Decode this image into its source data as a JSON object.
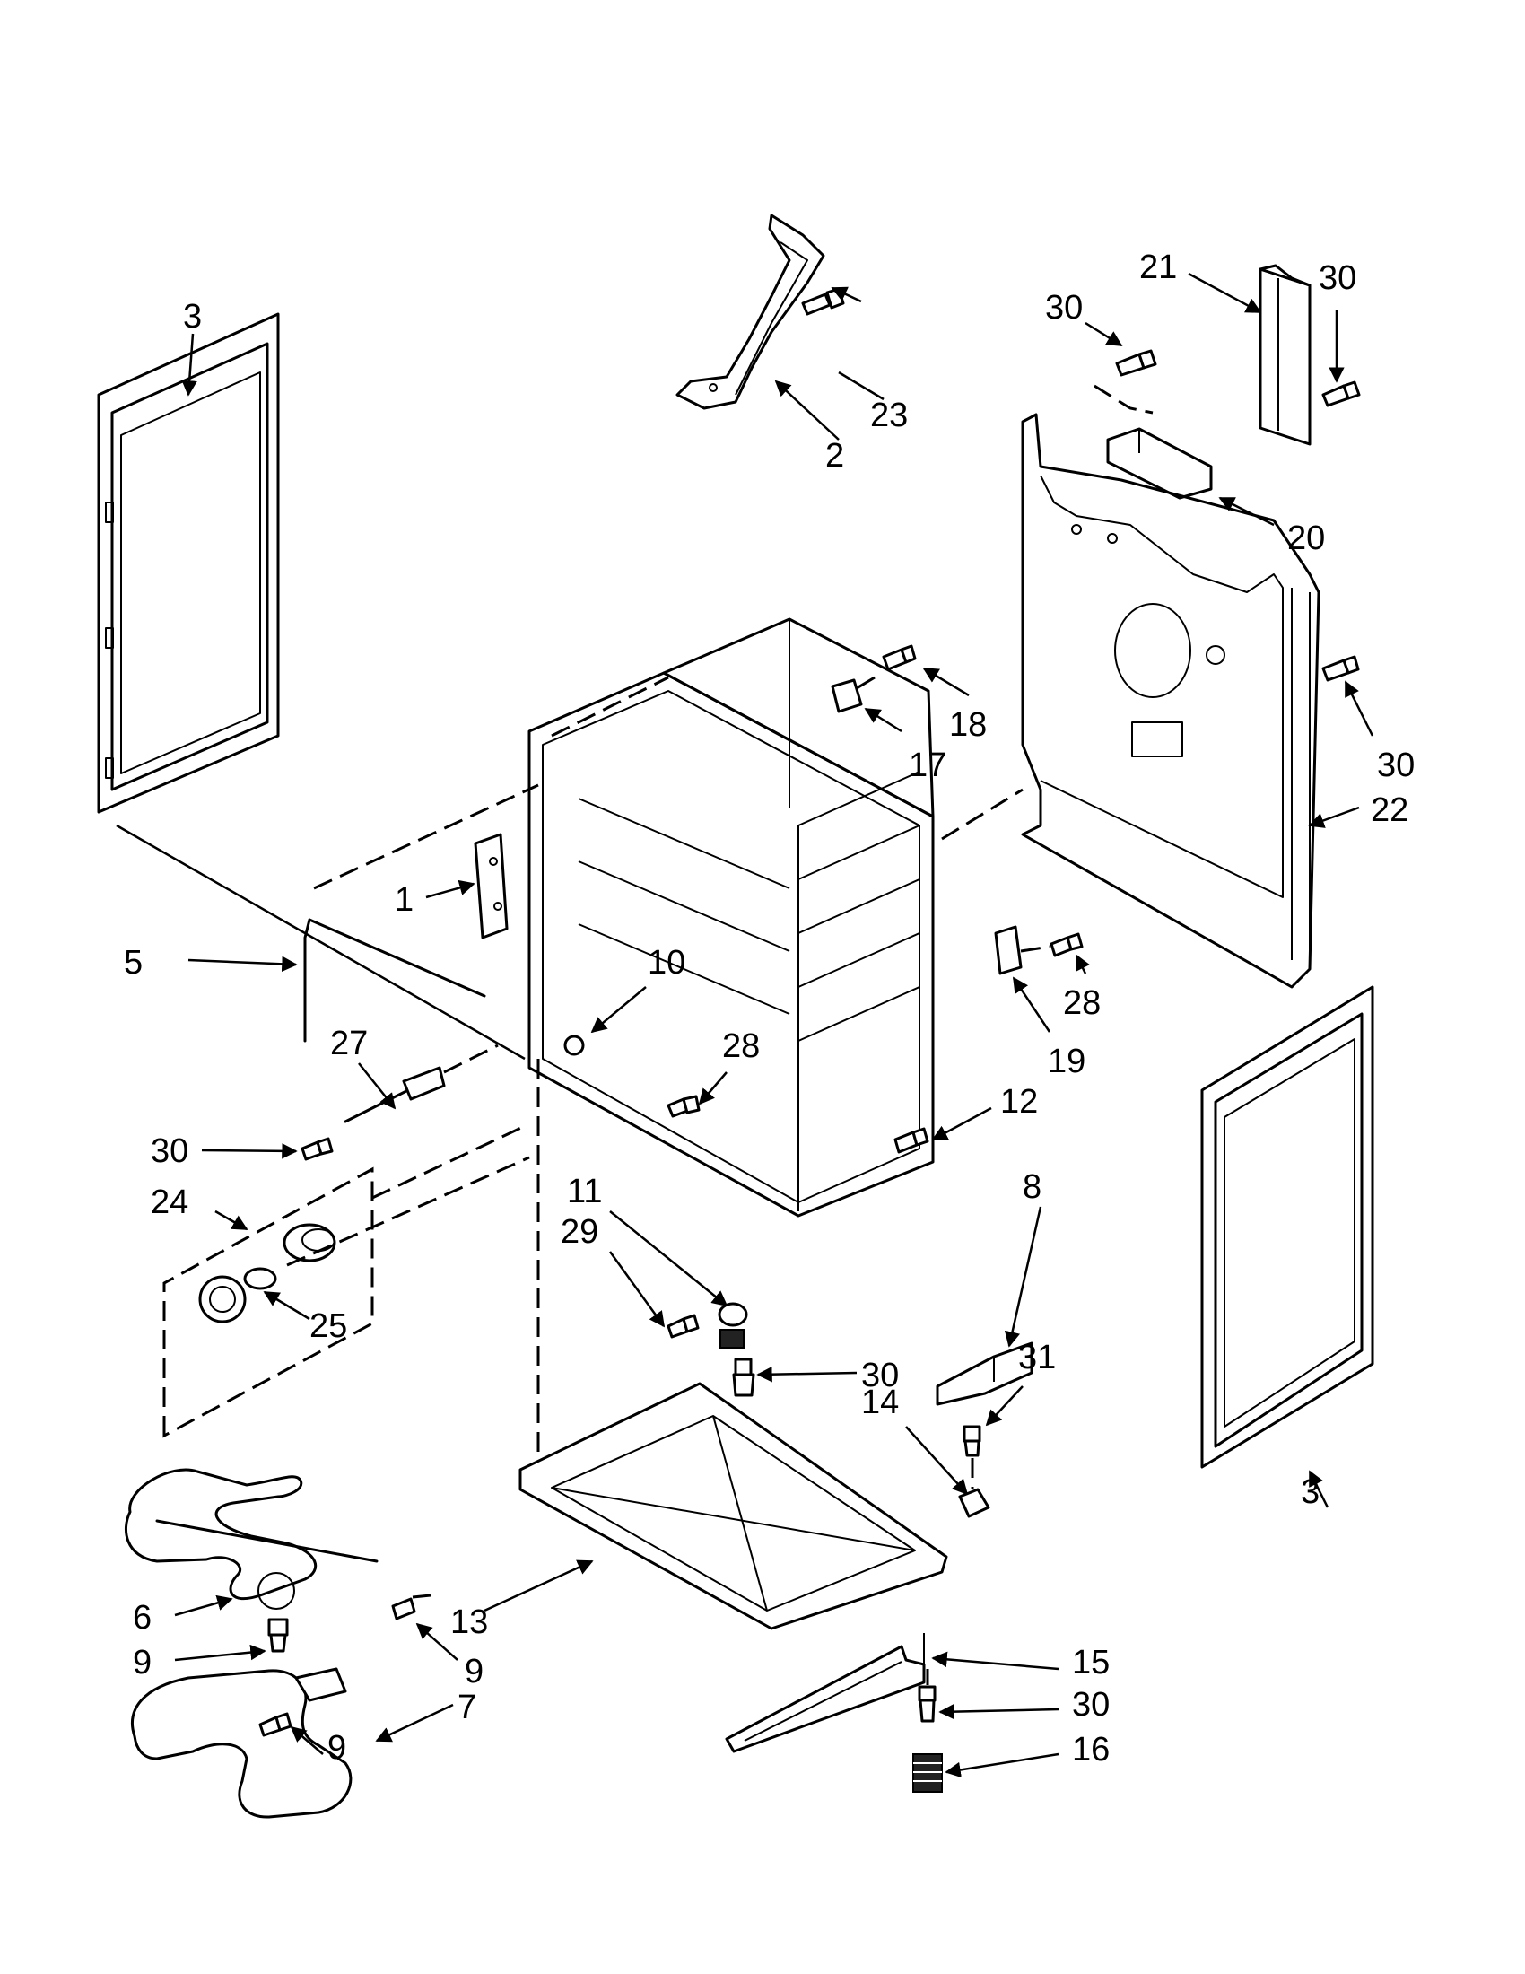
{
  "callouts": [
    "3",
    "2",
    "23",
    "21",
    "30",
    "30",
    "20",
    "1",
    "5",
    "27",
    "10",
    "28",
    "18",
    "17",
    "30",
    "22",
    "28",
    "19",
    "12",
    "30",
    "24",
    "25",
    "11",
    "29",
    "30",
    "8",
    "31",
    "14",
    "3",
    "6",
    "9",
    "13",
    "9",
    "7",
    "9",
    "15",
    "30",
    "16"
  ]
}
